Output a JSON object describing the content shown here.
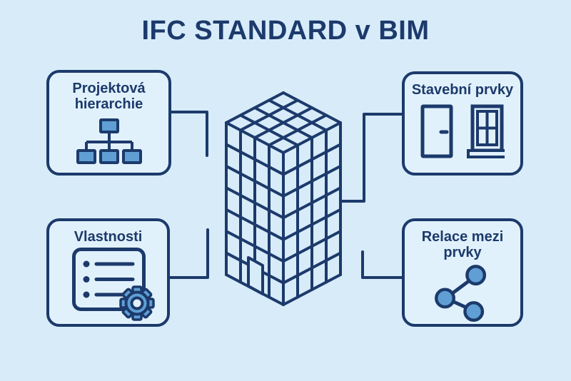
{
  "title": "IFC STANDARD v BIM",
  "colors": {
    "background": "#d7ebf9",
    "box_fill": "#e1f1fc",
    "navy": "#1c3a6b",
    "icon_blue": "#5f9fd4"
  },
  "boxes": {
    "project_hierarchy": {
      "label": "Projektová hierarchie",
      "icon": "hierarchy-tree-icon"
    },
    "building_elements": {
      "label": "Stavební prvky",
      "icon": "door-window-icon"
    },
    "properties": {
      "label": "Vlastnosti",
      "icon": "checklist-gear-icon"
    },
    "element_relations": {
      "label": "Relace mezi prvky",
      "icon": "share-nodes-icon"
    }
  },
  "center_illustration": "isometric-building"
}
